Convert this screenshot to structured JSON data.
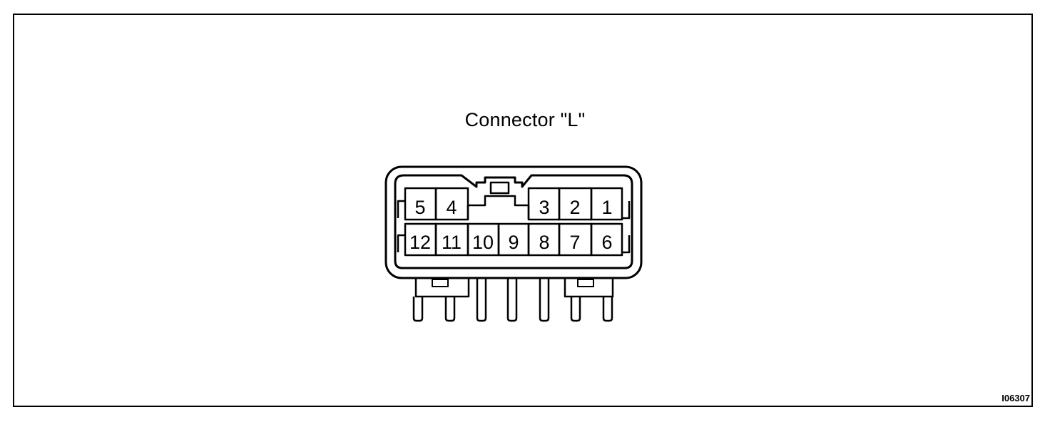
{
  "title": "Connector \"L\"",
  "figure_id": "I06307",
  "pins": {
    "top_row": [
      "5",
      "4",
      "3",
      "2",
      "1"
    ],
    "bottom_row": [
      "12",
      "11",
      "10",
      "9",
      "8",
      "7",
      "6"
    ]
  }
}
